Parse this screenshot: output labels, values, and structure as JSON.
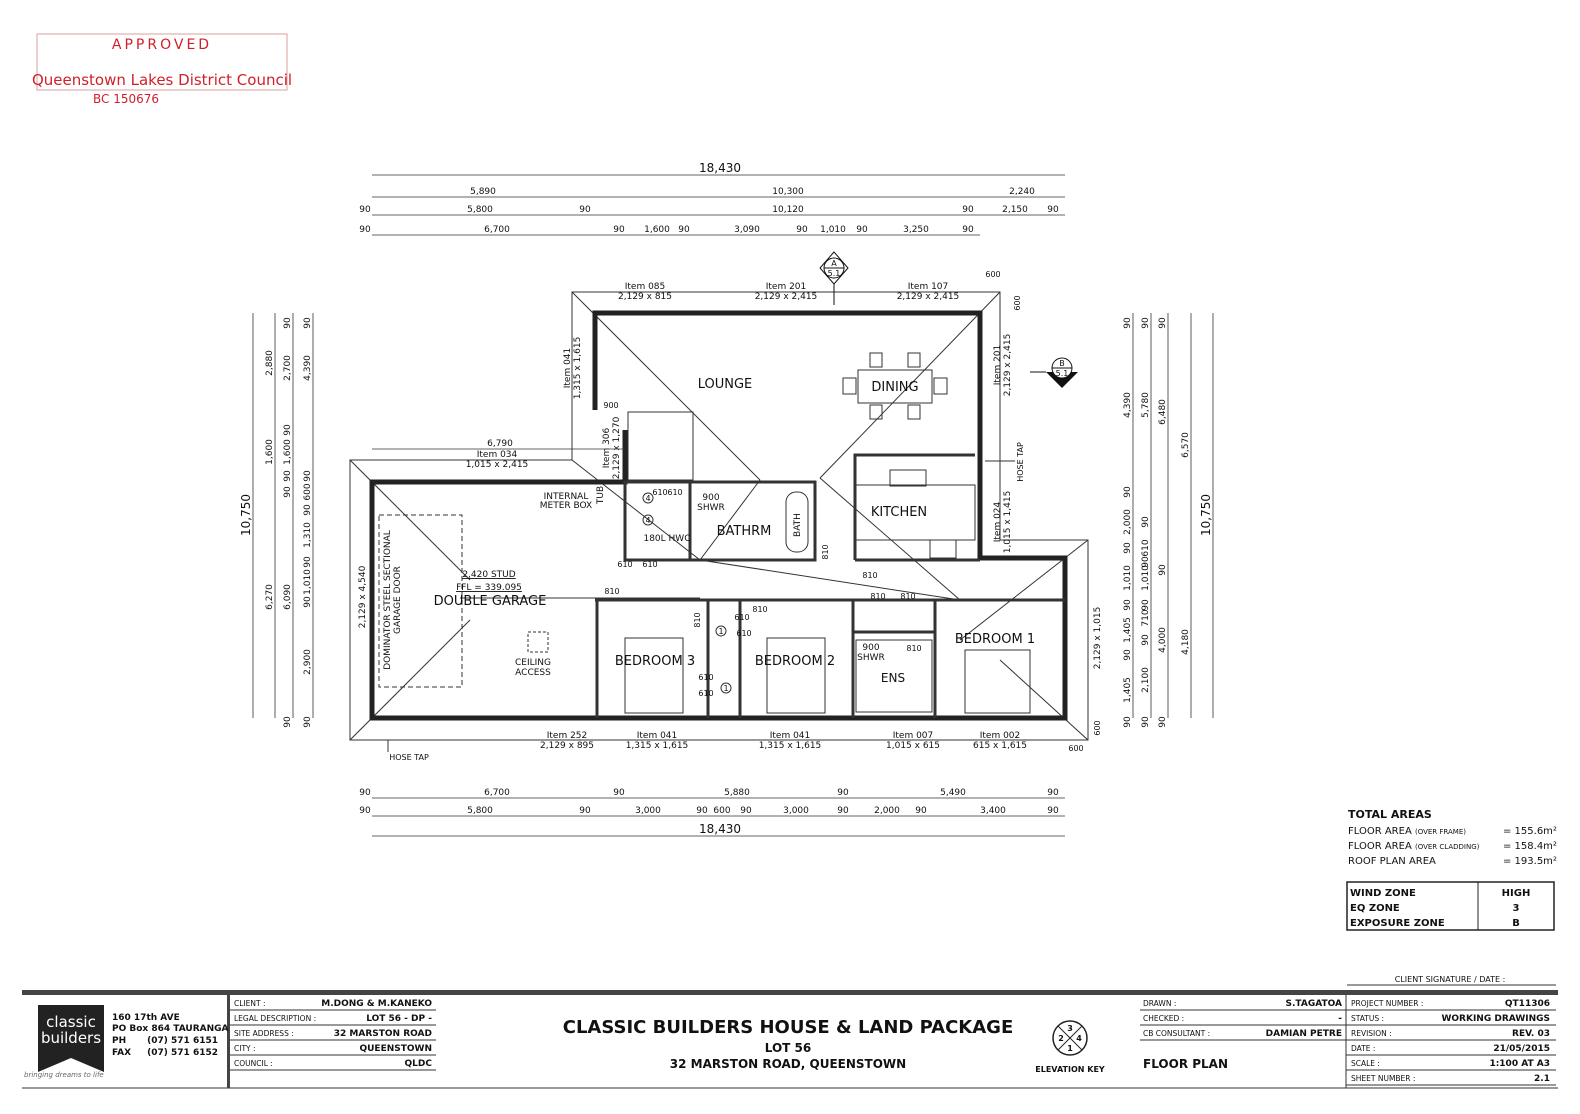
{
  "stamp": {
    "status": "APPROVED",
    "council": "Queenstown Lakes District Council",
    "consent": "BC 150676",
    "color": "#d0202a"
  },
  "plan": {
    "rooms": {
      "lounge": "LOUNGE",
      "dining": "DINING",
      "kitchen": "KITCHEN",
      "bathroom": "BATHRM",
      "garage": "DOUBLE GARAGE",
      "bedroom3": "BEDROOM 3",
      "bedroom2": "BEDROOM 2",
      "bedroom1": "BEDROOM 1",
      "ensuite": "ENS"
    },
    "notes": {
      "shower_size": "900",
      "shower": "SHWR",
      "hwc": "180L HWC",
      "meter1": "INTERNAL",
      "meter2": "METER BOX",
      "tub": "TUB",
      "bath": "BATH",
      "ceiling1": "CEILING",
      "ceiling2": "ACCESS",
      "stud": "2,420 STUD",
      "ffl": "FFL = 339.095",
      "garage_door1": "DOMINATOR STEEL SECTIONAL",
      "garage_door2": "GARAGE DOOR",
      "hose_tap": "HOSE TAP",
      "wardrobe": "1",
      "linen": "4"
    },
    "windows": [
      {
        "item": "Item 085",
        "size": "2,129 x 815"
      },
      {
        "item": "Item 201",
        "size": "2,129 x 2,415"
      },
      {
        "item": "Item 107",
        "size": "2,129 x 2,415"
      },
      {
        "item": "Item 041",
        "size": "1,315 x 1,615"
      },
      {
        "item": "Item 306",
        "size": "2,129 x 1,270"
      },
      {
        "item": "Item 034",
        "size": "1,015 x 2,415"
      },
      {
        "item": "Item 201",
        "size": "2,129 x 2,415"
      },
      {
        "item": "Item 024",
        "size": "1,015 x 1,415"
      },
      {
        "item": "Item 252",
        "size": "2,129 x 895"
      },
      {
        "item": "Item 041",
        "size": "1,315 x 1,615"
      },
      {
        "item": "Item 041",
        "size": "1,315 x 1,615"
      },
      {
        "item": "Item 007",
        "size": "1,015 x 615"
      },
      {
        "item": "Item 002",
        "size": "615 x 1,615"
      }
    ],
    "openings": {
      "garage_door": "2,129 x 4,540",
      "bed1_side": "2,129 x 1,015",
      "garage_wall": "6,790"
    },
    "doors": [
      "900",
      "810",
      "810",
      "810",
      "810",
      "810",
      "810",
      "810",
      "810",
      "610",
      "610",
      "610",
      "610",
      "610",
      "610",
      "610",
      "610"
    ],
    "eaves": [
      "600",
      "600",
      "600",
      "600"
    ],
    "sections": [
      {
        "letter": "A",
        "sheet": "5.1"
      },
      {
        "letter": "B",
        "sheet": "5.1"
      }
    ],
    "dims": {
      "top0": [
        "18,430"
      ],
      "top1": [
        "5,890",
        "10,300",
        "2,240"
      ],
      "top2": [
        "90",
        "5,800",
        "90",
        "10,120",
        "90",
        "2,150",
        "90"
      ],
      "top3": [
        "90",
        "6,700",
        "90",
        "1,600",
        "90",
        "3,090",
        "90",
        "1,010",
        "90",
        "3,250",
        "90"
      ],
      "bot1": [
        "90",
        "6,700",
        "90",
        "5,880",
        "90",
        "5,490",
        "90"
      ],
      "bot2": [
        "90",
        "5,800",
        "90",
        "3,000",
        "90",
        "600",
        "90",
        "3,000",
        "90",
        "2,000",
        "90",
        "3,400",
        "90"
      ],
      "bot0": [
        "18,430"
      ],
      "left0": [
        "10,750"
      ],
      "left1": [
        "2,880",
        "1,600",
        "6,270"
      ],
      "left2": [
        "90",
        "2,700",
        "90",
        "1,600",
        "90",
        "90",
        "6,090",
        "90"
      ],
      "left3": [
        "90",
        "4,390",
        "90",
        "600",
        "90",
        "1,310",
        "90",
        "1,010",
        "90",
        "2,900",
        "90"
      ],
      "right1": [
        "90",
        "4,390",
        "90",
        "2,000",
        "90",
        "1,010",
        "90",
        "1,405",
        "90",
        "1,405",
        "90"
      ],
      "right2": [
        "90",
        "5,780",
        "90",
        "610",
        "90",
        "1,010",
        "90",
        "710",
        "90",
        "2,100",
        "90"
      ],
      "right3": [
        "90",
        "6,480",
        "90",
        "4,000",
        "90"
      ],
      "right4": [
        "6,570",
        "4,180"
      ],
      "right0": [
        "10,750"
      ]
    }
  },
  "areas": {
    "title": "TOTAL AREAS",
    "rows": [
      {
        "label": "FLOOR AREA",
        "qualifier": "(OVER FRAME)",
        "value": "= 155.6m²"
      },
      {
        "label": "FLOOR AREA",
        "qualifier": "(OVER CLADDING)",
        "value": "= 158.4m²"
      },
      {
        "label": "ROOF PLAN AREA",
        "qualifier": "",
        "value": "= 193.5m²"
      }
    ]
  },
  "zones": [
    {
      "label": "WIND ZONE",
      "value": "HIGH"
    },
    {
      "label": "EQ ZONE",
      "value": "3"
    },
    {
      "label": "EXPOSURE ZONE",
      "value": "B"
    }
  ],
  "title_block": {
    "logo": {
      "line1": "classic",
      "line2": "builders",
      "tagline": "bringing dreams to life"
    },
    "address": {
      "street": "160 17th AVE",
      "po": "PO Box 864  TAURANGA",
      "ph_label": "PH",
      "ph": "(07) 571 6151",
      "fax_label": "FAX",
      "fax": "(07) 571 6152"
    },
    "client_fields": [
      {
        "label": "CLIENT :",
        "value": "M.DONG & M.KANEKO"
      },
      {
        "label": "LEGAL DESCRIPTION :",
        "value": "LOT 56 - DP -"
      },
      {
        "label": "SITE ADDRESS :",
        "value": "32 MARSTON ROAD"
      },
      {
        "label": "CITY :",
        "value": "QUEENSTOWN"
      },
      {
        "label": "COUNCIL :",
        "value": "QLDC"
      }
    ],
    "project_title": "CLASSIC BUILDERS HOUSE & LAND PACKAGE",
    "lot": "LOT 56",
    "project_address": "32 MARSTON ROAD, QUEENSTOWN",
    "elevation_key": {
      "label": "ELEVATION KEY",
      "n": "3",
      "w": "2",
      "e": "4",
      "s": "1"
    },
    "staff": [
      {
        "label": "DRAWN :",
        "value": "S.TAGATOA"
      },
      {
        "label": "CHECKED :",
        "value": "-"
      },
      {
        "label": "CB CONSULTANT :",
        "value": "DAMIAN PETRE"
      }
    ],
    "sheet_title": "FLOOR PLAN",
    "client_signature": "CLIENT SIGNATURE / DATE :",
    "project": [
      {
        "label": "PROJECT NUMBER :",
        "value": "QT11306"
      },
      {
        "label": "STATUS :",
        "value": "WORKING DRAWINGS"
      },
      {
        "label": "REVISION :",
        "value": "REV. 03"
      },
      {
        "label": "DATE :",
        "value": "21/05/2015"
      },
      {
        "label": "SCALE :",
        "value": "1:100 AT A3"
      },
      {
        "label": "SHEET NUMBER :",
        "value": "2.1"
      }
    ]
  }
}
